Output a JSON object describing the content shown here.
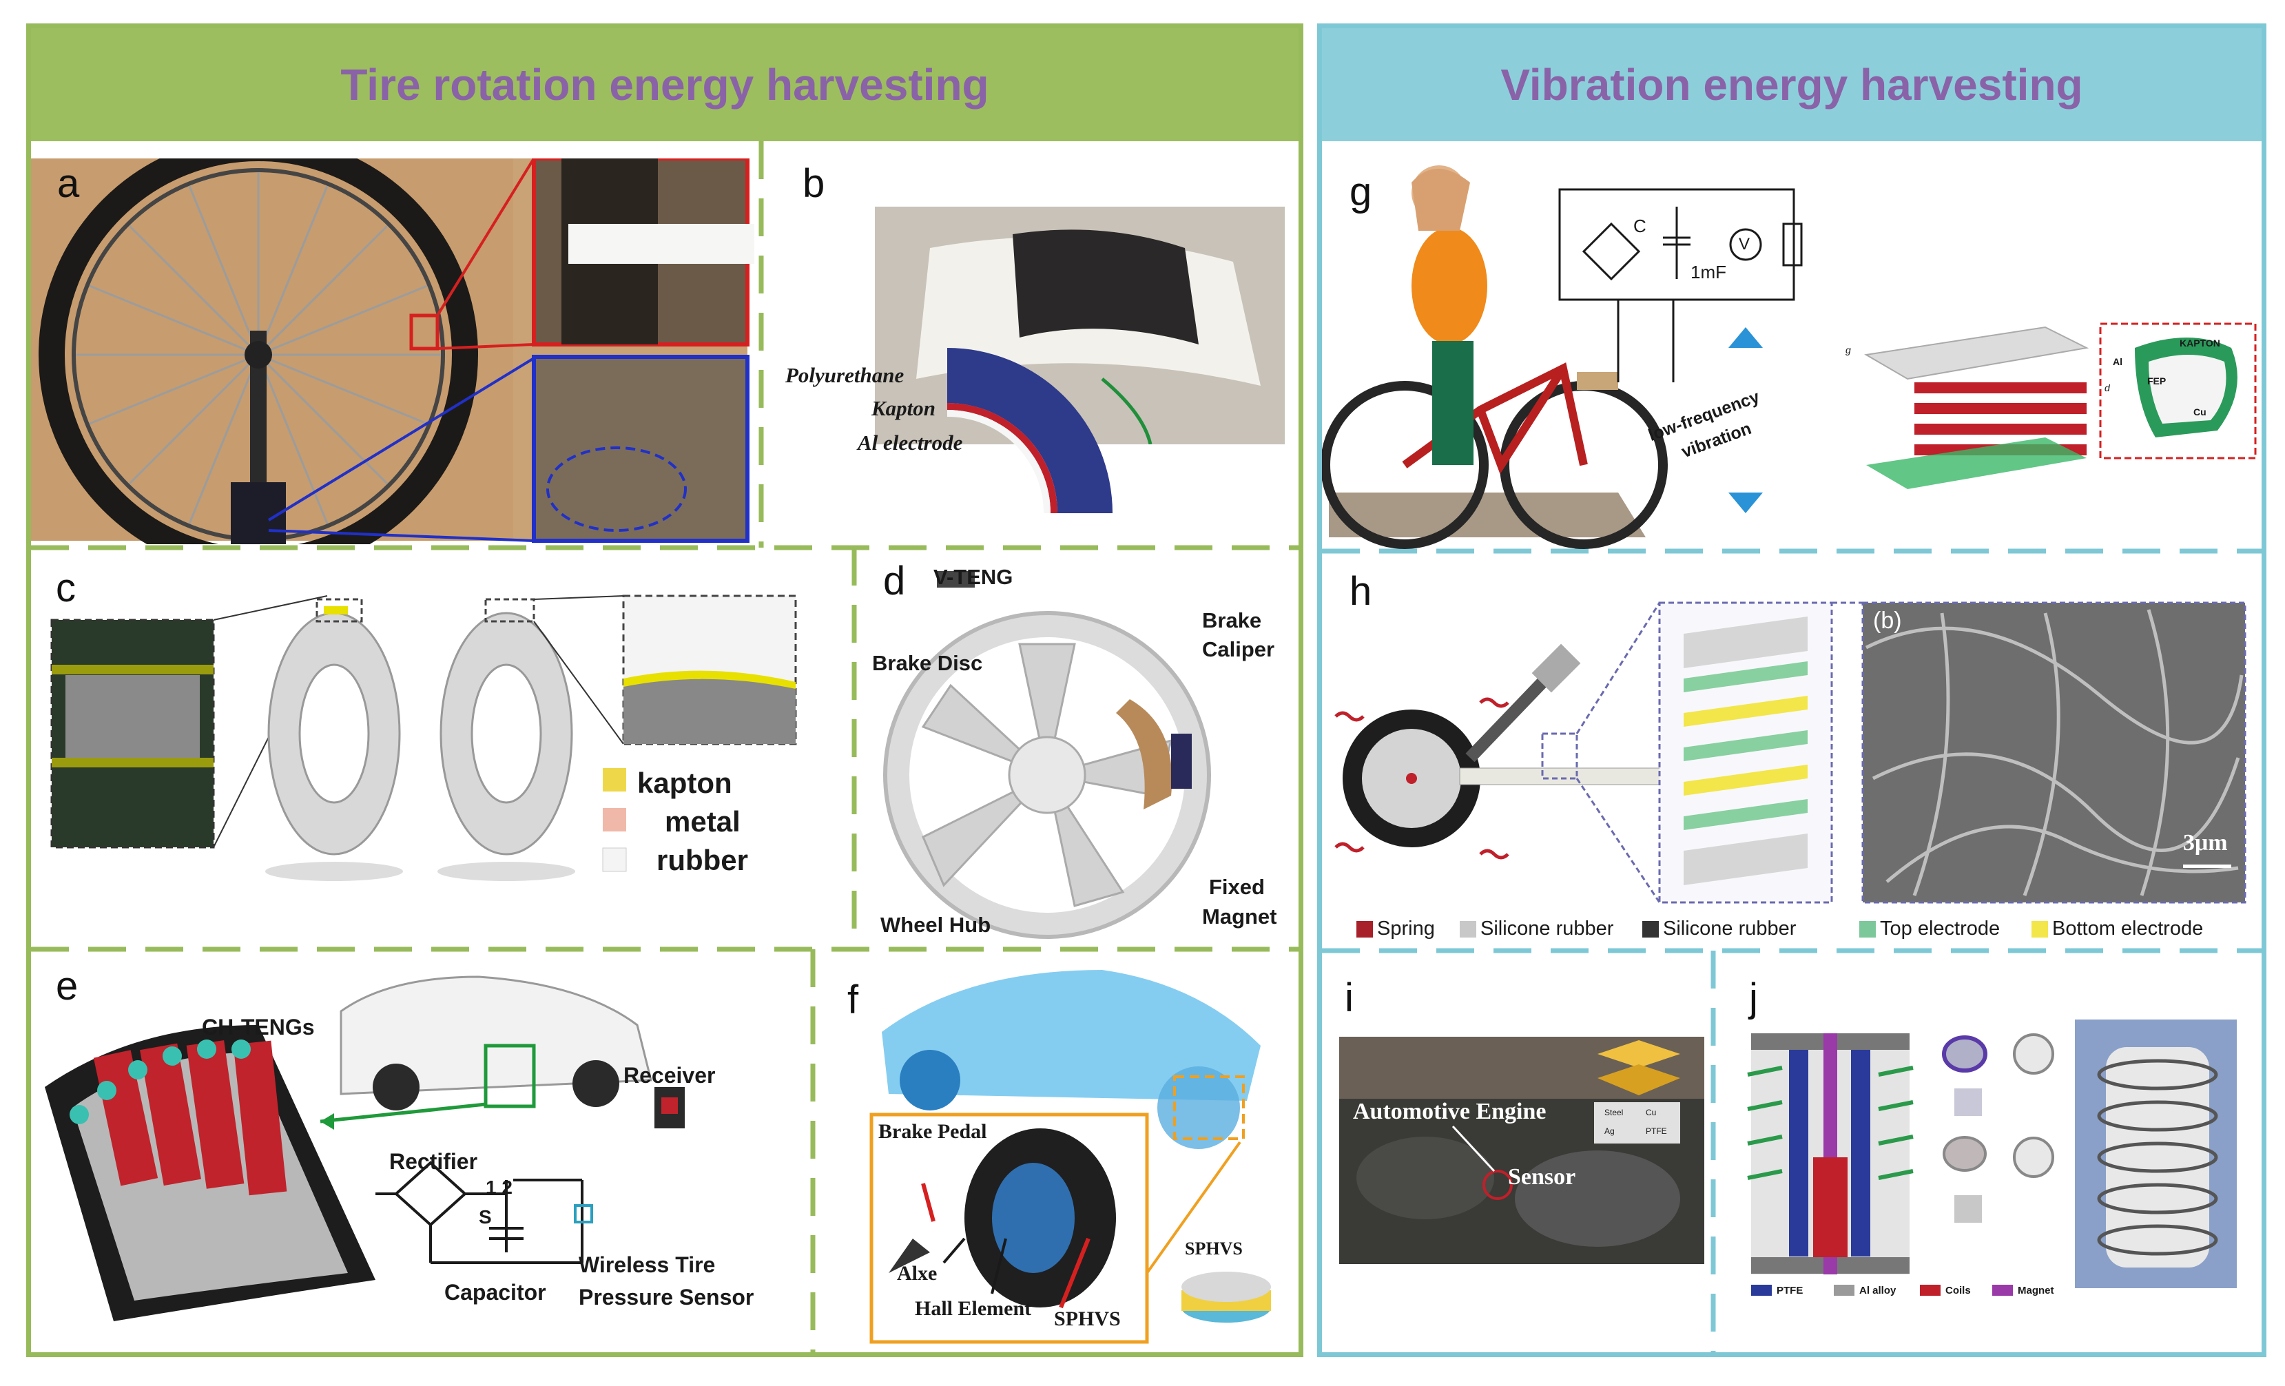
{
  "sections": {
    "left_title": "Tire rotation energy harvesting",
    "right_title": "Vibration energy harvesting"
  },
  "colors": {
    "left_border": "#97bb5a",
    "left_header_bg": "#9dbe5e",
    "right_border": "#7ec8d6",
    "right_header_bg": "#8ccfdb",
    "title_text": "#8a62a8"
  },
  "panels": {
    "a": {
      "label": "a"
    },
    "b": {
      "label": "b",
      "text": {
        "polyurethane": "Polyurethane",
        "kapton": "Kapton",
        "al_electrode": "Al electrode"
      }
    },
    "c": {
      "label": "c",
      "legend": [
        "kapton",
        "metal",
        "rubber"
      ]
    },
    "d": {
      "label": "d",
      "text": {
        "vteng": "V-TENG",
        "brake_disc": "Brake Disc",
        "brake": "Brake",
        "caliper": "Caliper",
        "wheel_hub": "Wheel Hub",
        "fixed": "Fixed",
        "magnet": "Magnet"
      }
    },
    "e": {
      "label": "e",
      "text": {
        "chtengs": "CH-TENGs",
        "rectifier": "Rectifier",
        "receiver": "Receiver",
        "switch_s": "S",
        "switch_12": "1 2",
        "capacitor": "Capacitor",
        "wireless1": "Wireless Tire",
        "wireless2": "Pressure Sensor"
      }
    },
    "f": {
      "label": "f",
      "text": {
        "brake_pedal": "Brake Pedal",
        "alxe": "Alxe",
        "hall": "Hall Element",
        "sphvs": "SPHVS",
        "sphvs2": "SPHVS"
      }
    },
    "g": {
      "label": "g",
      "text": {
        "c": "C",
        "cap": "1mF",
        "v": "V",
        "vib1": "low-frequency",
        "vib2": "vibration",
        "kapton": "KAPTON",
        "al": "Al",
        "fep": "FEP",
        "cu": "Cu",
        "d": "d",
        "g": "g"
      }
    },
    "h": {
      "label": "h",
      "text": {
        "sem_label": "(b)",
        "scale": "3μm"
      },
      "legend": [
        "Spring",
        "Silicone rubber",
        "Silicone rubber",
        "Top electrode",
        "Bottom electrode"
      ]
    },
    "i": {
      "label": "i",
      "text": {
        "engine": "Automotive Engine",
        "sensor": "Sensor",
        "tl": "Steel",
        "tr": "Cu",
        "bl": "Ag",
        "br": "PTFE"
      }
    },
    "j": {
      "label": "j",
      "legend": [
        "PTFE",
        "Al alloy",
        "Coils",
        "Magnet"
      ]
    }
  }
}
